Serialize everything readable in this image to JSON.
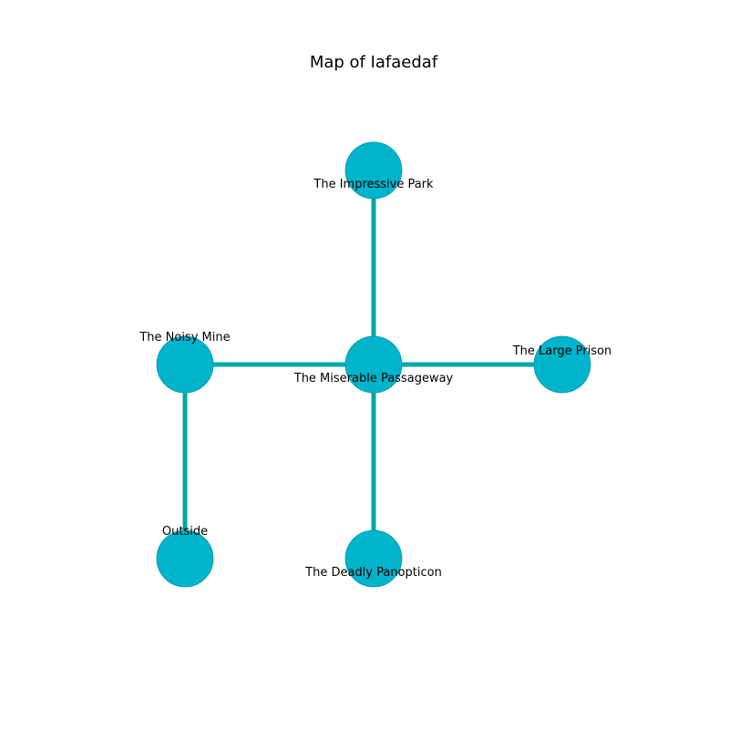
{
  "title": "Map of Iafaedaf",
  "colors": {
    "node_fill": "#00b4cc",
    "node_stroke": "#0a96a8",
    "edge": "#00a8a8",
    "text": "#000000",
    "background": "#ffffff"
  },
  "nodes": [
    {
      "id": "impressive-park",
      "label": "The Impressive Park"
    },
    {
      "id": "noisy-mine",
      "label": "The Noisy Mine"
    },
    {
      "id": "miserable-passageway",
      "label": "The Miserable Passageway"
    },
    {
      "id": "large-prison",
      "label": "The Large Prison"
    },
    {
      "id": "outside",
      "label": "Outside"
    },
    {
      "id": "deadly-panopticon",
      "label": "The Deadly Panopticon"
    }
  ],
  "edges": [
    {
      "from": "miserable-passageway",
      "to": "impressive-park"
    },
    {
      "from": "miserable-passageway",
      "to": "noisy-mine"
    },
    {
      "from": "miserable-passageway",
      "to": "large-prison"
    },
    {
      "from": "miserable-passageway",
      "to": "deadly-panopticon"
    },
    {
      "from": "noisy-mine",
      "to": "outside"
    }
  ]
}
